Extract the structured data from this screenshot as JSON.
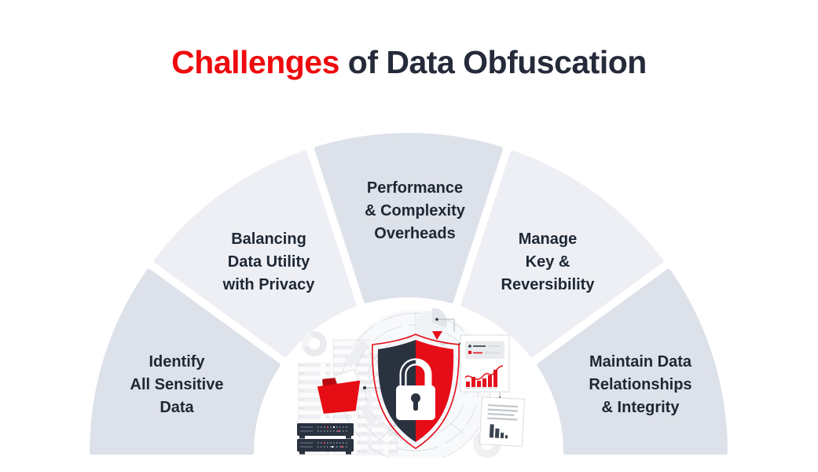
{
  "title": {
    "highlight": "Challenges",
    "rest": " of Data Obfuscation"
  },
  "wedges": [
    {
      "id": "identify-all-sensitive-data",
      "label": "Identify\nAll Sensitive\nData",
      "tone": "dark"
    },
    {
      "id": "balancing-data-utility-with-privacy",
      "label": "Balancing\nData Utility\nwith Privacy",
      "tone": "light"
    },
    {
      "id": "performance-complexity-overheads",
      "label": "Performance\n& Complexity\nOverheads",
      "tone": "dark"
    },
    {
      "id": "manage-key-reversibility",
      "label": "Manage\nKey &\nReversibility",
      "tone": "light"
    },
    {
      "id": "maintain-data-relationships-integrity",
      "label": "Maintain Data\nRelationships\n& Integrity",
      "tone": "dark"
    }
  ],
  "colors": {
    "title_red": "#ee0b0e",
    "title_dark": "#252b3a",
    "accent_red": "#e60d15",
    "navy": "#2a3240",
    "wedge_dark": "#dde1e9",
    "wedge_light": "#edeff4",
    "label_text": "#1e2735",
    "line_gray": "#aeb4bc",
    "card_border": "#d8dbdf"
  },
  "illustration": {
    "icons": [
      "shield-lock-icon",
      "open-folder-icon",
      "server-rack-icon",
      "dark-server-units-icon",
      "analytics-card-icon",
      "document-card-icon",
      "donut-chart-icon",
      "pie-chart-icon",
      "maze-rings-pattern"
    ]
  }
}
